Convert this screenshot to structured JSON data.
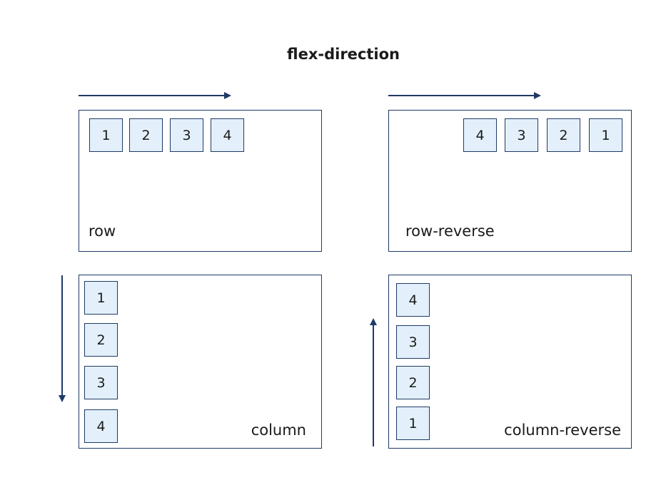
{
  "title": "flex-direction",
  "colors": {
    "stroke": "#1f3a66",
    "box_fill": "#e3f0fb"
  },
  "panels": {
    "row": {
      "label": "row",
      "items": [
        "1",
        "2",
        "3",
        "4"
      ]
    },
    "row_reverse": {
      "label": "row-reverse",
      "items": [
        "4",
        "3",
        "2",
        "1"
      ]
    },
    "column": {
      "label": "column",
      "items": [
        "1",
        "2",
        "3",
        "4"
      ]
    },
    "column_reverse": {
      "label": "column-reverse",
      "items": [
        "4",
        "3",
        "2",
        "1"
      ]
    }
  }
}
